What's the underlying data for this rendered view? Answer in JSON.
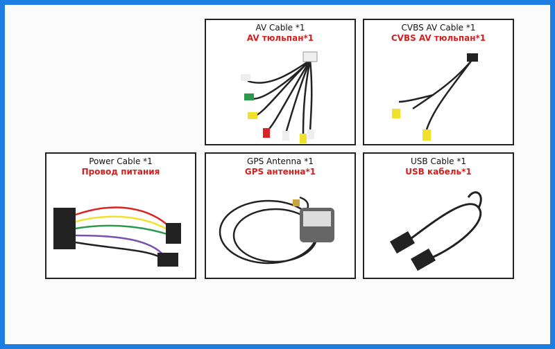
{
  "items": [
    {
      "title": "AV Cable *1",
      "title_ru": "AV тюльпан*1"
    },
    {
      "title": "CVBS AV Cable *1",
      "title_ru": "CVBS AV тюльпан*1"
    },
    {
      "title": "Power Cable *1",
      "title_ru": "Провод питания"
    },
    {
      "title": "GPS Antenna *1",
      "title_ru": "GPS антенна*1"
    },
    {
      "title": "USB Cable *1",
      "title_ru": "USB кабель*1"
    }
  ]
}
